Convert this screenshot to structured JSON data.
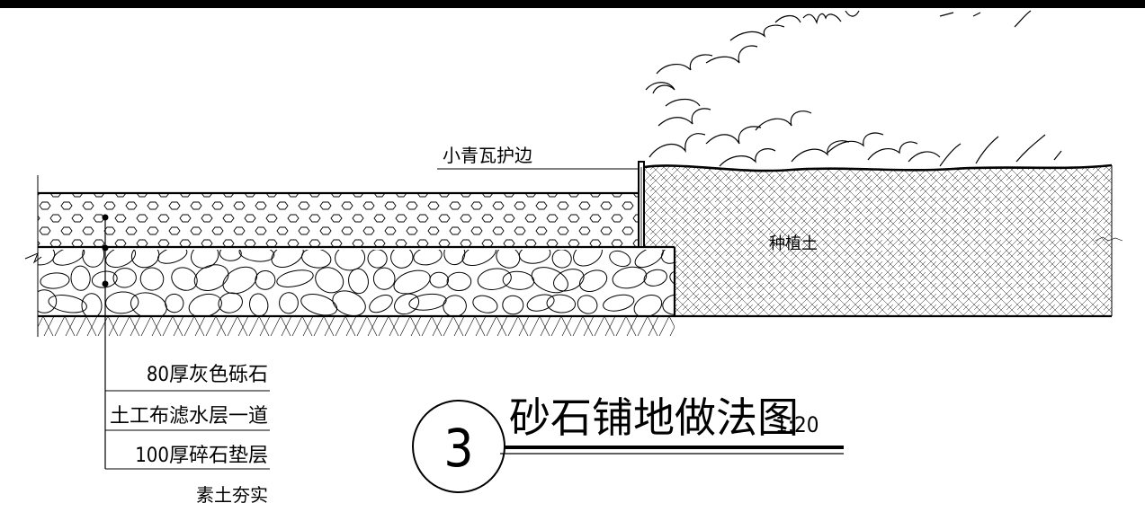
{
  "labels": {
    "tile_edge": "小青瓦护边",
    "planting_soil": "种植土"
  },
  "layer_callouts": [
    "80厚灰色砾石",
    "土工布滤水层一道",
    "100厚碎石垫层",
    "素土夯实"
  ],
  "title_block": {
    "number": "3",
    "title": "砂石铺地做法图",
    "scale": "1:20"
  }
}
